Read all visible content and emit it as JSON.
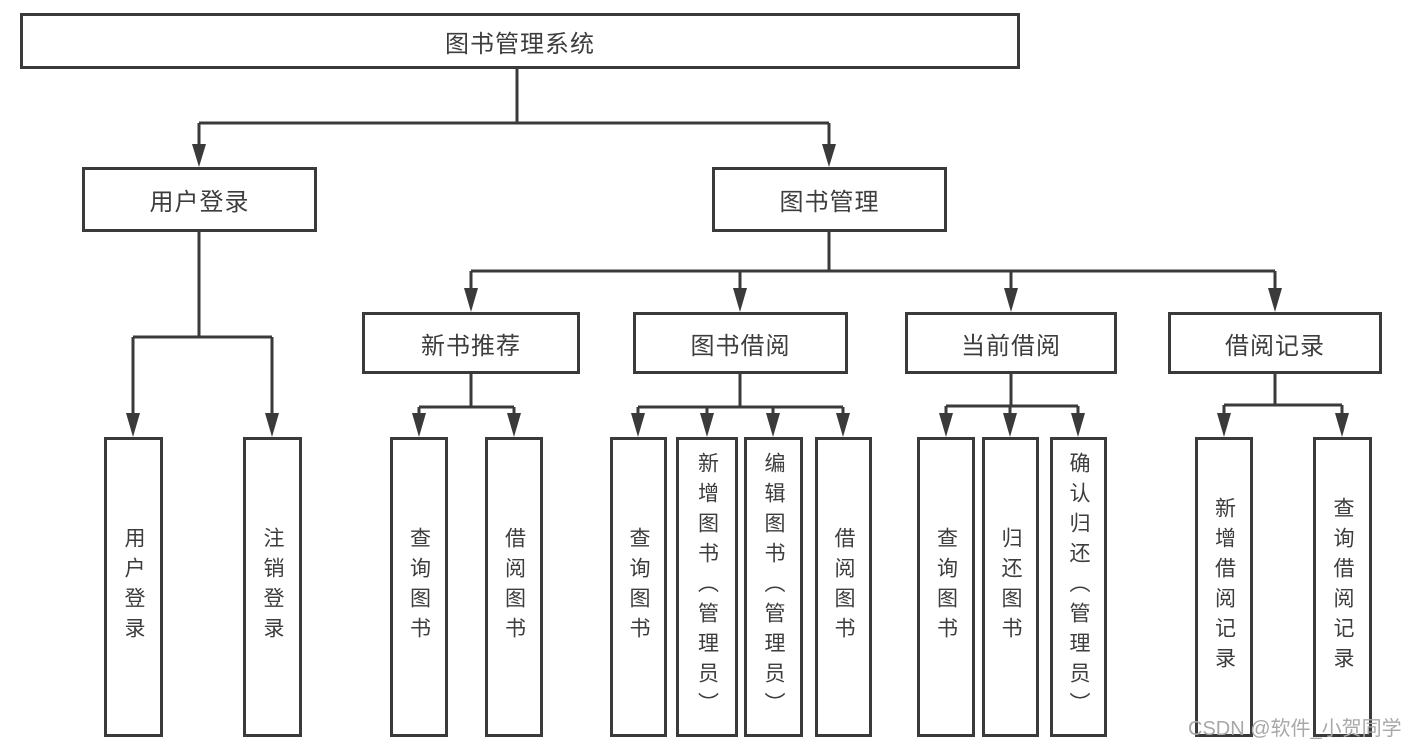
{
  "diagram": {
    "title_node": {
      "label": "图书管理系统"
    },
    "level2": [
      {
        "label": "用户登录"
      },
      {
        "label": "图书管理"
      }
    ],
    "level3": [
      {
        "label": "新书推荐",
        "parent": "图书管理"
      },
      {
        "label": "图书借阅",
        "parent": "图书管理"
      },
      {
        "label": "当前借阅",
        "parent": "图书管理"
      },
      {
        "label": "借阅记录",
        "parent": "图书管理"
      }
    ],
    "leaves": [
      {
        "label": "用户登录",
        "parent": "用户登录"
      },
      {
        "label": "注销登录",
        "parent": "用户登录"
      },
      {
        "label": "查询图书",
        "parent": "新书推荐"
      },
      {
        "label": "借阅图书",
        "parent": "新书推荐"
      },
      {
        "label": "查询图书",
        "parent": "图书借阅"
      },
      {
        "label": "新增图书（管理员）",
        "parent": "图书借阅"
      },
      {
        "label": "编辑图书（管理员）",
        "parent": "图书借阅"
      },
      {
        "label": "借阅图书",
        "parent": "图书借阅"
      },
      {
        "label": "查询图书",
        "parent": "当前借阅"
      },
      {
        "label": "归还图书",
        "parent": "当前借阅"
      },
      {
        "label": "确认归还（管理员）",
        "parent": "当前借阅"
      },
      {
        "label": "新增借阅记录",
        "parent": "借阅记录"
      },
      {
        "label": "查询借阅记录",
        "parent": "借阅记录"
      }
    ]
  },
  "watermark": {
    "text": "CSDN @软件_小贺同学"
  },
  "colors": {
    "line": "#3a3a3a",
    "text": "#3d3d3d",
    "box_background": "#ffffff",
    "watermark": "#a8a8a8"
  }
}
